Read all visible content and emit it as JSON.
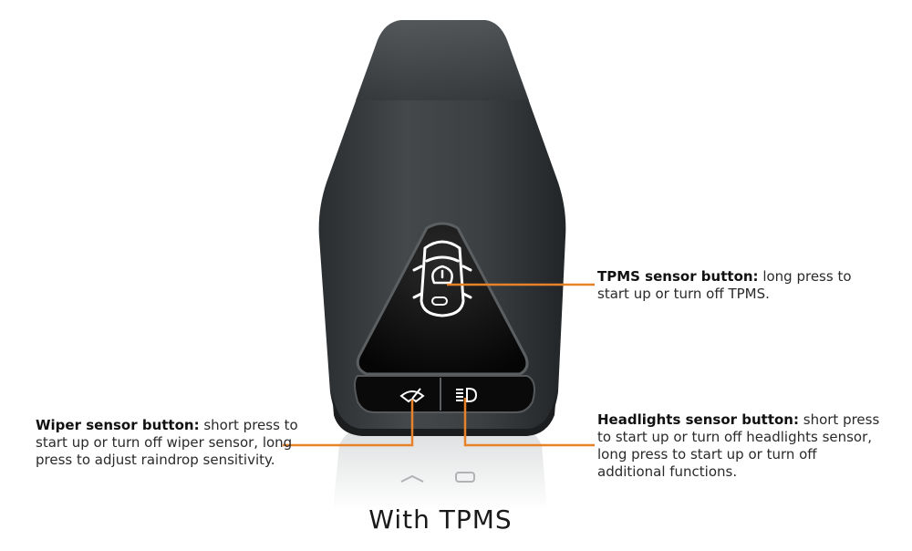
{
  "labels": {
    "tpms": {
      "title": "TPMS sensor button:",
      "description": " long press to start up or turn off TPMS."
    },
    "wiper": {
      "title": "Wiper sensor button:",
      "description": " short press to start up or turn off wiper sensor, long press to adjust raindrop sensitivity."
    },
    "headlights": {
      "title": "Headlights sensor button:",
      "description": " short press to start up or turn off headlights sensor, long press to start up or turn off additional functions."
    }
  },
  "caption": "With TPMS",
  "colors": {
    "callout_line": "#e8822a",
    "device_body": "#3a3d3f",
    "panel": "#0b0b0b"
  },
  "icons": [
    "car-tpms-icon",
    "wiper-icon",
    "headlight-icon"
  ]
}
